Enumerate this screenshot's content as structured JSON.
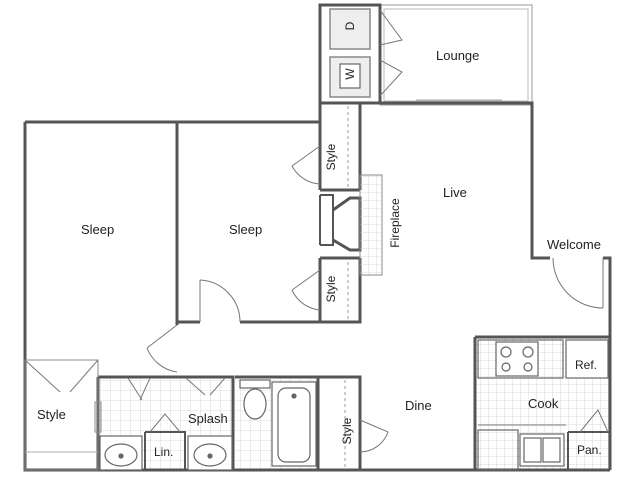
{
  "floorplan": {
    "rooms": {
      "lounge": "Lounge",
      "live": "Live",
      "welcome": "Welcome",
      "sleep_left": "Sleep",
      "sleep_middle": "Sleep",
      "style_closet_upper": "Style",
      "style_closet_lower": "Style",
      "style_closet_left": "Style",
      "style_closet_bath": "Style",
      "fireplace": "Fireplace",
      "splash": "Splash",
      "linen": "Lin.",
      "dine": "Dine",
      "cook": "Cook",
      "refrigerator": "Ref.",
      "pantry": "Pan.",
      "dryer": "D",
      "washer": "W"
    },
    "colors": {
      "wall": "#555555",
      "thin_line": "#888888",
      "tile_grid": "#c8c8c8",
      "text": "#222222"
    }
  }
}
